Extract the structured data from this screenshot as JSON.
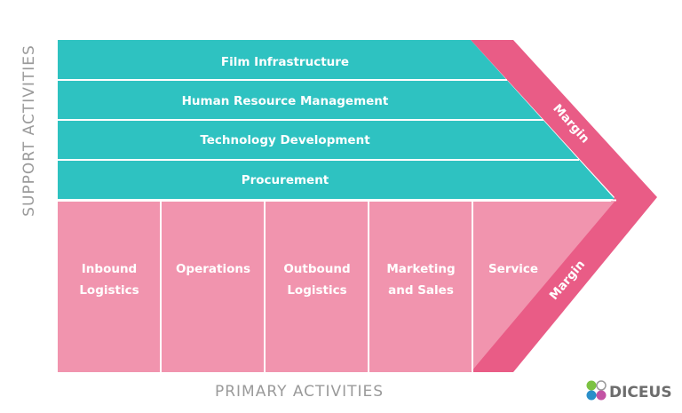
{
  "support_label": "SUPPORT ACTIVITIES",
  "primary_label": "PRIMARY ACTIVITIES",
  "support_activities": [
    "Film Infrastructure",
    "Human Resource Management",
    "Technology Development",
    "Procurement"
  ],
  "primary_activities": [
    {
      "line1": "Inbound",
      "line2": "Logistics"
    },
    {
      "line1": "Operations",
      "line2": ""
    },
    {
      "line1": "Outbound",
      "line2": "Logistics"
    },
    {
      "line1": "Marketing",
      "line2": "and Sales"
    },
    {
      "line1": "Service",
      "line2": ""
    }
  ],
  "margin_top": "Margin",
  "margin_bottom": "Margin",
  "logo": "DICEUS",
  "colors": {
    "teal": "#2ec2c1",
    "pink_light": "#f194ae",
    "pink_dark": "#e95c86",
    "text_gray": "#9a9a9a"
  }
}
